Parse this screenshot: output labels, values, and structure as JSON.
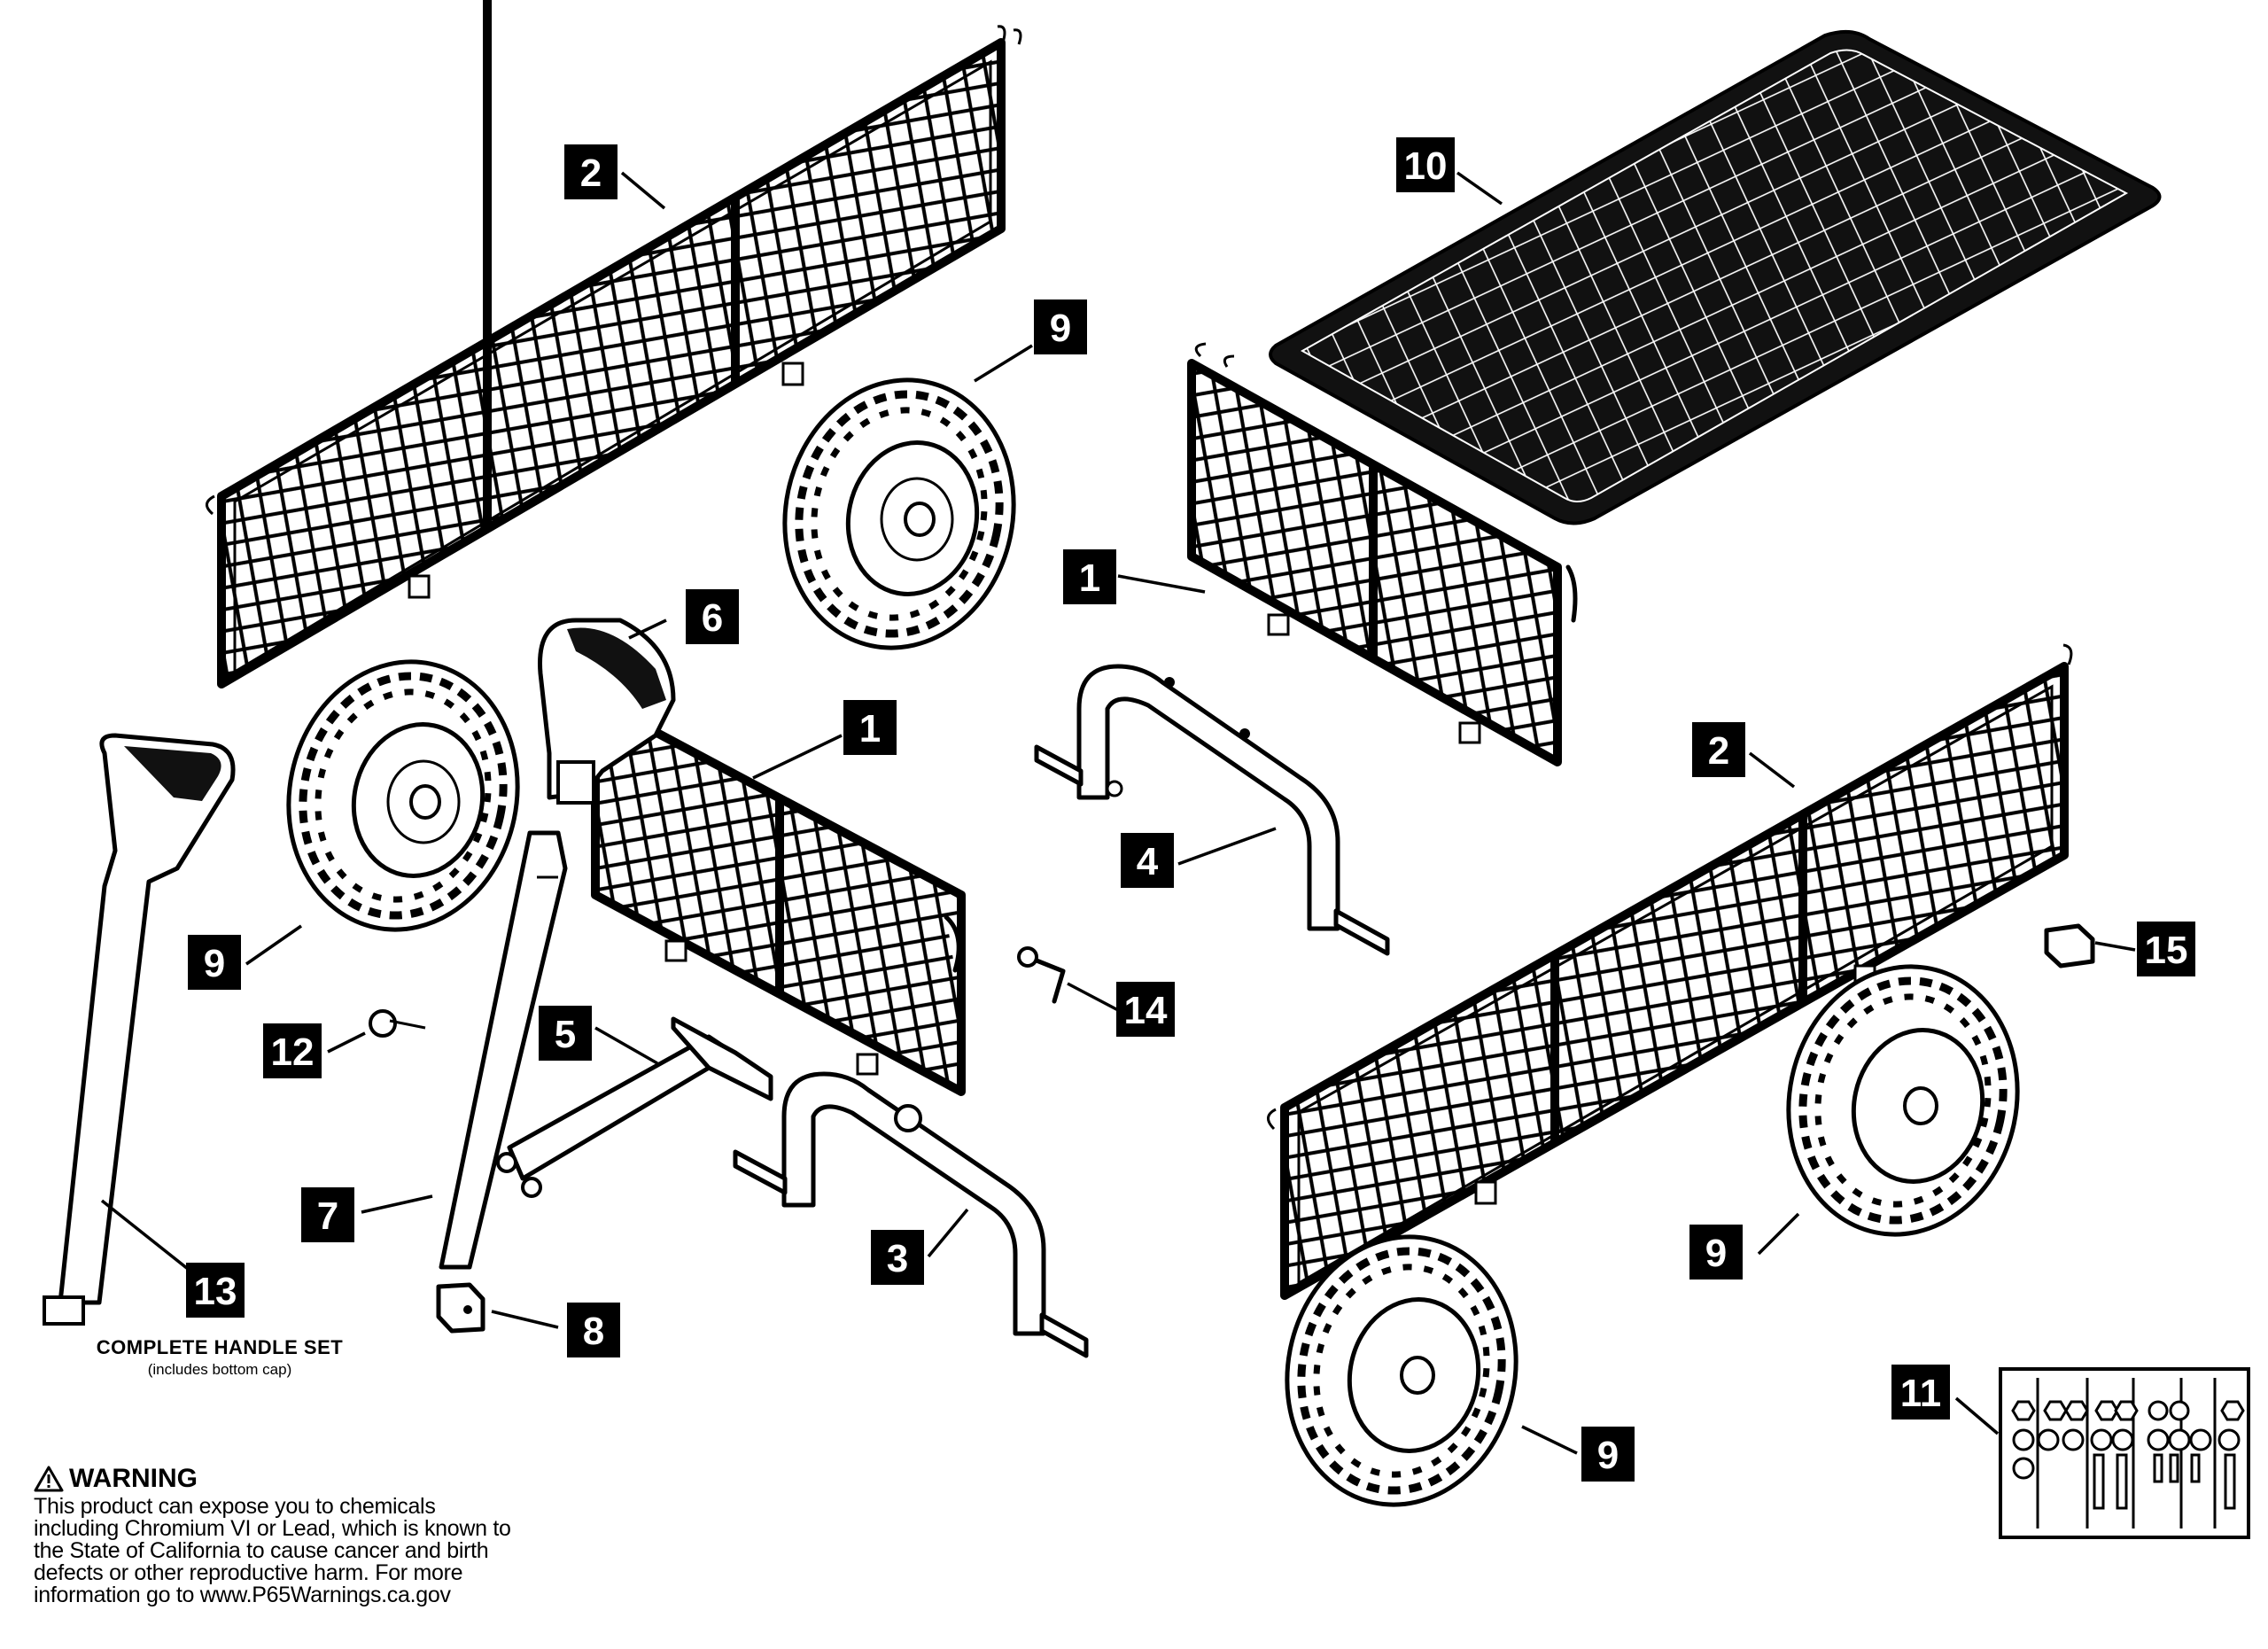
{
  "callouts": {
    "c2_top": "2",
    "c10": "10",
    "c9_top": "9",
    "c1_right": "1",
    "c6": "6",
    "c1_mid": "1",
    "c2_right": "2",
    "c4": "4",
    "c9_left": "9",
    "c15": "15",
    "c12": "12",
    "c5": "5",
    "c14": "14",
    "c7": "7",
    "c3": "3",
    "c9_right": "9",
    "c13": "13",
    "c8": "8",
    "c11": "11",
    "c9_bottom": "9"
  },
  "handle_set": {
    "title": "COMPLETE HANDLE SET",
    "note": "(includes bottom cap)"
  },
  "warning": {
    "icon": "warning-triangle-icon",
    "heading": "WARNING",
    "lines": [
      "This product can expose you to chemicals",
      "including Chromium VI or Lead, which is known to",
      "the State of California to cause cancer and birth",
      "defects or other reproductive harm.  For more",
      "information go to www.P65Warnings.ca.gov"
    ]
  }
}
